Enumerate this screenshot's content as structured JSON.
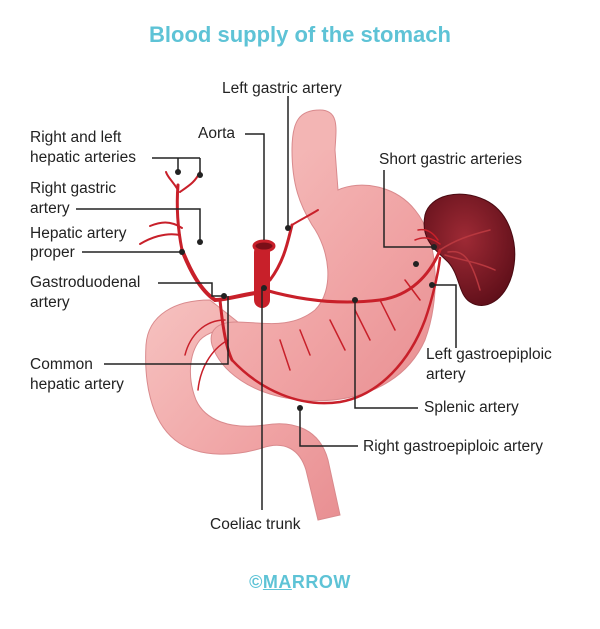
{
  "title": "Blood supply of the stomach",
  "labels": {
    "left_gastric_artery": "Left gastric artery",
    "aorta": "Aorta",
    "right_left_hepatic_1": "Right and left",
    "right_left_hepatic_2": "hepatic arteries",
    "right_gastric_1": "Right gastric",
    "right_gastric_2": "artery",
    "hepatic_proper_1": "Hepatic artery",
    "hepatic_proper_2": "proper",
    "gastroduodenal_1": "Gastroduodenal",
    "gastroduodenal_2": "artery",
    "common_hepatic_1": "Common",
    "common_hepatic_2": "hepatic artery",
    "short_gastric": "Short gastric arteries",
    "left_gastroepiploic_1": "Left gastroepiploic",
    "left_gastroepiploic_2": "artery",
    "splenic_artery": "Splenic artery",
    "right_gastroepiploic": "Right gastroepiploic artery",
    "coeliac_trunk": "Coeliac trunk"
  },
  "footer": {
    "symbol": "©",
    "brand_underlined": "MA",
    "brand_rest": "RROW"
  },
  "colors": {
    "title": "#5ec3d6",
    "artery": "#c8202a",
    "stomach": "#f2a9a9",
    "spleen": "#7a1420",
    "leader_line": "#222222"
  }
}
